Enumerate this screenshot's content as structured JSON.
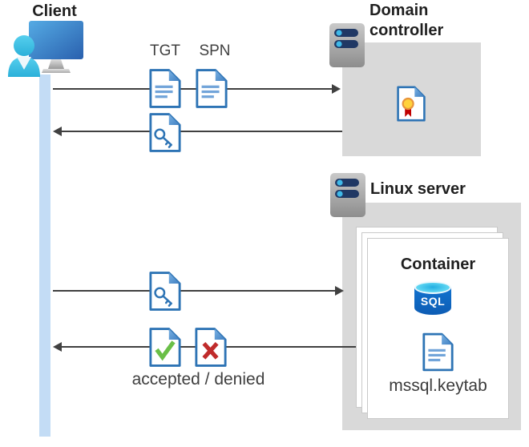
{
  "client": {
    "label": "Client"
  },
  "domain_controller": {
    "label": "Domain controller"
  },
  "linux_server": {
    "label": "Linux server"
  },
  "container": {
    "label": "Container",
    "sql_badge": "SQL",
    "keytab_label": "mssql.keytab"
  },
  "messages": {
    "tgt": "TGT",
    "spn": "SPN",
    "result": "accepted / denied"
  },
  "icons": {
    "client": "user-workstation-icon",
    "domain_controller": "server-icon",
    "linux_server": "server-icon",
    "ticket": "document-icon",
    "service_ticket": "key-document-icon",
    "accepted": "check-document-icon",
    "denied": "x-document-icon",
    "certificate": "certificate-document-icon",
    "database": "sql-database-icon"
  },
  "colors": {
    "doc_border_blue": "#2e74b5",
    "doc_fold_blue": "#4f8fd0",
    "doc_line_blue": "#71a4d9",
    "check_green": "#6abf47",
    "deny_red": "#c02b2b",
    "arrow_gray": "#404040",
    "box_gray": "#d9d9d9",
    "lifeline_blue": "#c3dcf5",
    "server_bar_navy": "#203864",
    "server_dot_blue": "#3fb9e8",
    "sql_blue": "#0d5cb4",
    "sql_cyan": "#5fd6f2",
    "badge_yellow": "#ffd23b",
    "ribbon_red": "#c00000"
  }
}
